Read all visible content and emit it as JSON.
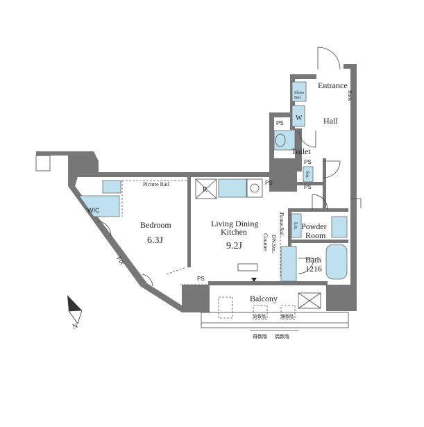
{
  "labels": {
    "entrance": "Entrance",
    "hook": "Hook",
    "shoes_box_1": "Shoes",
    "shoes_box_2": "Box",
    "w": "W",
    "hall": "Hall",
    "ps1": "PS",
    "toilet": "Toilet",
    "ps2": "PS",
    "sto": "Sto.",
    "ps3": "PS",
    "ps_kitchen": "PS",
    "picture_rail_top": "Picture Rail",
    "r": "R",
    "wic": "WIC",
    "bedroom": "Bedroom",
    "bedroom_size": "6.3J",
    "ldk_1": "Living Dining",
    "ldk_2": "Kitchen",
    "ldk_size": "9.2J",
    "picture_rail_right": "Picture Rail",
    "counter": "Counter",
    "dn_sto": "DN.Sto.",
    "lin": "Lin.",
    "powder_1": "Powder",
    "powder_2": "Room",
    "bath_1": "Bath",
    "bath_2": "1216",
    "fix": "FIX",
    "ps_bottom": "PS",
    "balcony": "Balcony",
    "odd_floor": "奇数階",
    "even_floor": "偶数階",
    "odd_floor_2": "奇数階",
    "even_floor_2": "偶数階",
    "north": "N"
  },
  "colors": {
    "wall": "#777777",
    "fixture": "#bfe1ef",
    "line": "#444444"
  }
}
